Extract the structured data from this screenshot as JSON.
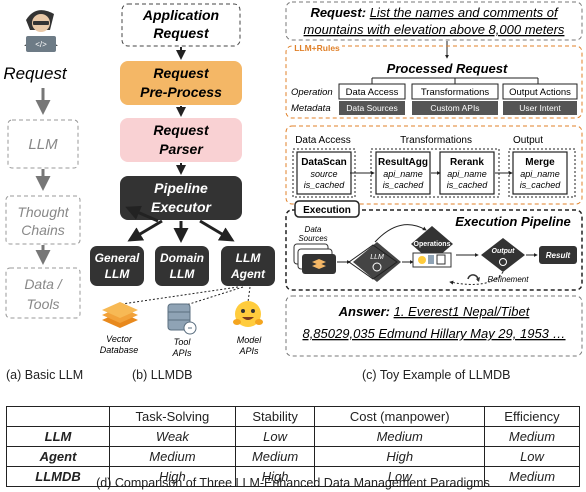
{
  "panel_a": {
    "request_label": "Request",
    "steps": [
      "LLM",
      "Thought Chains",
      "Data / Tools"
    ],
    "caption": "(a) Basic LLM"
  },
  "panel_b": {
    "flow": [
      "Application Request",
      "Request Pre-Process",
      "Request Parser",
      "Pipeline Executor"
    ],
    "agents": [
      "General LLM",
      "Domain LLM",
      "LLM Agent"
    ],
    "resources": [
      "Vector Database",
      "Tool APIs",
      "Model APIs"
    ],
    "caption": "(b) LLMDB"
  },
  "panel_c": {
    "request_prefix": "Request:",
    "request_text_1": "List the names and comments of",
    "request_text_2": "mountains with elevation above 8,000 meters",
    "llm_rules_tag": "LLM+Rules",
    "processed_title": "Processed Request",
    "row_operation": "Operation",
    "row_metadata": "Metadata",
    "operations": [
      "Data Access",
      "Transformations",
      "Output Actions"
    ],
    "metadata": [
      "Data Sources",
      "Custom APIs",
      "User Intent"
    ],
    "plan_headers": [
      "Data Access",
      "Transformations",
      "Output"
    ],
    "ops": [
      {
        "name": "DataScan",
        "p1": "source",
        "p2": "is_cached"
      },
      {
        "name": "ResultAgg",
        "p1": "api_name",
        "p2": "is_cached"
      },
      {
        "name": "Rerank",
        "p1": "api_name",
        "p2": "is_cached"
      },
      {
        "name": "Merge",
        "p1": "api_name",
        "p2": "is_cached"
      }
    ],
    "execution_tag": "Execution",
    "pipeline_title": "Execution Pipeline",
    "data_sources": "Data Sources",
    "llm": "LLM",
    "operations_label": "Operations",
    "output_label": "Output",
    "result_label": "Result",
    "refinement_label": "Refinement",
    "answer_prefix": "Answer:",
    "answer_line_1": "1. Everest1  Nepal/Tibet",
    "answer_line_2": "8,85029,035   Edmund Hillary May 29, 1953 …",
    "caption": "(c) Toy Example of LLMDB"
  },
  "comparison": {
    "headers": [
      "",
      "Task-Solving",
      "Stability",
      "Cost (manpower)",
      "Efficiency"
    ],
    "rows": [
      {
        "name": "LLM",
        "values": [
          "Weak",
          "Low",
          "Medium",
          "Medium"
        ]
      },
      {
        "name": "Agent",
        "values": [
          "Medium",
          "Medium",
          "High",
          "Low"
        ]
      },
      {
        "name": "LLMDB",
        "values": [
          "High",
          "High",
          "Low",
          "Medium"
        ]
      }
    ],
    "caption": "(d) Comparison of Three LLM-Enhanced Data Management Paradigms"
  },
  "colors": {
    "dark": "#333333",
    "orange": "#f4b766",
    "pink": "#f9d1d3",
    "orange_border": "#e0812a",
    "gray_arrow": "#777777",
    "gray_text": "#888888"
  }
}
